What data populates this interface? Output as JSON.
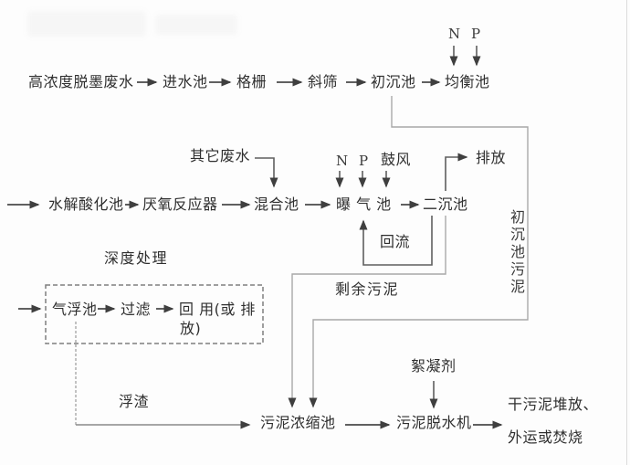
{
  "nodes": {
    "raw_water": "高浓度脱墨废水",
    "inlet_tank": "进水池",
    "bar_screen": "格栅",
    "inclined_sieve": "斜筛",
    "primary_clarifier": "初沉池",
    "equalization_tank": "均衡池",
    "n_dose_top": "N",
    "p_dose_top": "P",
    "other_wastewater": "其它废水",
    "hydrolysis_tank": "水解酸化池",
    "anaerobic_reactor": "厌氧反应器",
    "mixing_tank": "混合池",
    "n_dose_mid": "N",
    "p_dose_mid": "P",
    "blower": "鼓风",
    "aeration_tank": "曝 气 池",
    "secondary_clarifier": "二沉池",
    "discharge": "排放",
    "reflux": "回流",
    "excess_sludge": "剩余污泥",
    "primary_sludge": "初沉池污泥",
    "deep_treatment": "深度处理",
    "flotation_tank": "气浮池",
    "filtration": "过滤",
    "reuse_line1": "回 用(或 排",
    "reuse_line2": "放)",
    "scum": "浮渣",
    "sludge_thickener": "污泥浓缩池",
    "flocculant": "絮凝剂",
    "sludge_dewaterer": "污泥脱水机",
    "disposal_line1": "干污泥堆放、",
    "disposal_line2": "外运或焚烧"
  },
  "colors": {
    "background": "#fdfdfd",
    "text": "#2f2f2f",
    "line_dark": "#494949",
    "line_mid": "#5f5f5f",
    "line_light": "#a8a8a8",
    "dashed_box": "#7f7f7f"
  }
}
